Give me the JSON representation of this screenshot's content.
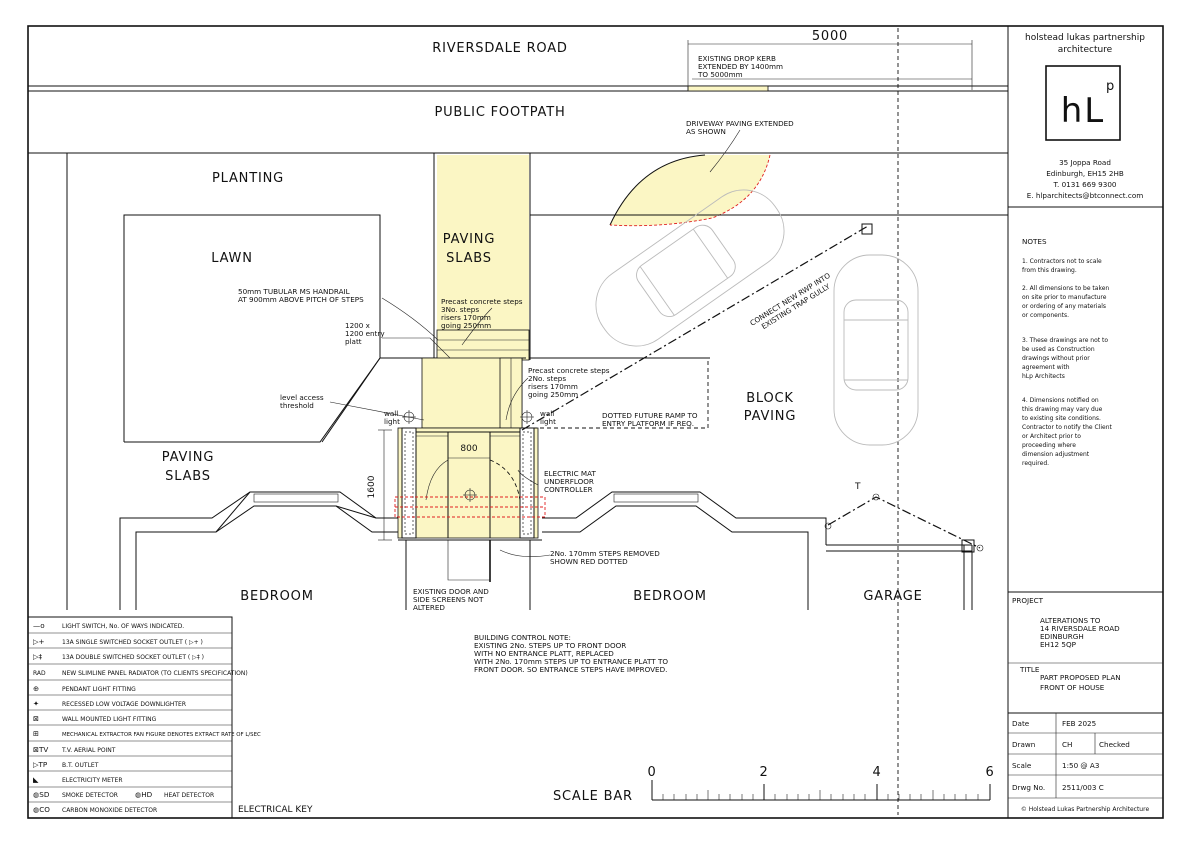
{
  "labels": {
    "road": "RIVERSDALE ROAD",
    "footpath": "PUBLIC FOOTPATH",
    "dim_5000": "5000",
    "drop_kerb": [
      "EXISTING DROP KERB",
      "EXTENDED BY 1400mm",
      "TO 5000mm"
    ],
    "driveway": [
      "DRIVEWAY PAVING EXTENDED",
      "AS SHOWN"
    ],
    "planting": "PLANTING",
    "lawn": "LAWN",
    "paving_slabs_top": [
      "PAVING",
      "SLABS"
    ],
    "paving_slabs_left": [
      "PAVING",
      "SLABS"
    ],
    "block_paving": [
      "BLOCK",
      "PAVING"
    ],
    "handrail": [
      "50mm TUBULAR MS HANDRAIL",
      "AT 900mm ABOVE PITCH OF STEPS"
    ],
    "precast_3": [
      "Precast concrete steps",
      "3No. steps",
      "risers 170mm",
      "going 250mm"
    ],
    "entry_platt": [
      "1200 x",
      "1200 entry",
      "platt"
    ],
    "precast_2": [
      "Precast concrete steps",
      "2No. steps",
      "risers 170mm",
      "going 250mm"
    ],
    "level_access": [
      "level access",
      "threshold"
    ],
    "wall_light_l": [
      "wall",
      "light"
    ],
    "wall_light_r": [
      "wall",
      "light"
    ],
    "dotted_ramp": [
      "DOTTED FUTURE RAMP TO",
      "ENTRY PLATFORM IF REQ."
    ],
    "connect_rwp": [
      "CONNECT NEW RWP INTO",
      "EXISTING TRAP GULLY"
    ],
    "dim_800": "800",
    "dim_1600": "1600",
    "electric_mat": [
      "ELECTRIC MAT",
      "UNDERFLOOR",
      "CONTROLLER"
    ],
    "steps_removed": [
      "2No. 170mm STEPS REMOVED",
      "SHOWN RED DOTTED"
    ],
    "existing_door": [
      "EXISTING DOOR AND",
      "SIDE SCREENS NOT",
      "ALTERED"
    ],
    "bedroom_left": "BEDROOM",
    "bedroom_right": "BEDROOM",
    "garage": "GARAGE",
    "t_mark": "T",
    "building_control": [
      "BUILDING CONTROL NOTE:",
      "EXISTING 2No. STEPS UP TO FRONT DOOR",
      "WITH NO ENTRANCE PLATT, REPLACED",
      "WITH 2No. 170mm STEPS UP TO ENTRANCE PLATT TO",
      "FRONT DOOR. SO ENTRANCE STEPS HAVE IMPROVED."
    ],
    "scale_bar": "SCALE BAR",
    "scale_ticks": [
      "0",
      "2",
      "4",
      "6"
    ],
    "electrical_key": "ELECTRICAL KEY"
  },
  "key_items": [
    {
      "symbol": "—o",
      "label": "LIGHT SWITCH, No. OF WAYS INDICATED."
    },
    {
      "symbol": "▷+",
      "label": "13A SINGLE SWITCHED SOCKET OUTLET ( ▷+ )"
    },
    {
      "symbol": "▷‡",
      "label": "13A DOUBLE SWITCHED SOCKET OUTLET ( ▷‡ )"
    },
    {
      "symbol": "RAD",
      "label": "NEW SLIMLINE PANEL RADIATOR (TO CLIENTS SPECIFICATION)"
    },
    {
      "symbol": "⊕",
      "label": "PENDANT LIGHT FITTING"
    },
    {
      "symbol": "✦",
      "label": "RECESSED LOW VOLTAGE DOWNLIGHTER"
    },
    {
      "symbol": "⊠",
      "label": "WALL MOUNTED LIGHT FITTING"
    },
    {
      "symbol": "⊞",
      "label": "MECHANICAL EXTRACTOR FAN FIGURE DENOTES EXTRACT RATE OF L/SEC"
    },
    {
      "symbol": "⊠TV",
      "label": "T.V. AERIAL POINT"
    },
    {
      "symbol": "▷TP",
      "label": "B.T. OUTLET"
    },
    {
      "symbol": "◣",
      "label": "ELECTRICITY METER"
    },
    {
      "symbol": "◍SD",
      "label": "SMOKE DETECTOR"
    },
    {
      "symbol": "◍HD",
      "label": "HEAT DETECTOR"
    },
    {
      "symbol": "◍CO",
      "label": "CARBON MONOXIDE DETECTOR"
    }
  ],
  "title_block": {
    "firm": [
      "holstead lukas partnership",
      "architecture"
    ],
    "logo": "hL",
    "logo_sup": "p",
    "address": [
      "35 Joppa Road",
      "Edinburgh, EH15 2HB",
      "T. 0131 669 9300",
      "E. hlparchitects@btconnect.com"
    ],
    "notes_title": "NOTES",
    "notes": [
      [
        "1. Contractors not to scale",
        "from this drawing."
      ],
      [
        "2. All dimensions to be taken",
        "on site prior to manufacture",
        "or ordering of any materials",
        "or components."
      ],
      [
        "3. These drawings are not to",
        "be used as Construction",
        "drawings without prior",
        "agreement with",
        "hLp Architects"
      ],
      [
        "4. Dimensions notified on",
        "this drawing may vary due",
        "to existing site conditions.",
        "Contractor to notify the Client",
        "or Architect prior to",
        "proceeding where",
        "dimension adjustment",
        "required."
      ]
    ],
    "project_label": "PROJECT",
    "project": [
      "ALTERATIONS TO",
      "14 RIVERSDALE ROAD",
      "EDINBURGH",
      "EH12 5QP"
    ],
    "title_label": "TITLE",
    "title": [
      "PART PROPOSED PLAN",
      "FRONT OF HOUSE"
    ],
    "date_label": "Date",
    "date": "FEB 2025",
    "drawn_label": "Drawn",
    "drawn": "CH",
    "checked_label": "Checked",
    "scale_label": "Scale",
    "scale": "1:50 @ A3",
    "drwg_label": "Drwg No.",
    "drwg": "2511/003 C",
    "copyright": "© Holstead Lukas Partnership Architecture"
  }
}
